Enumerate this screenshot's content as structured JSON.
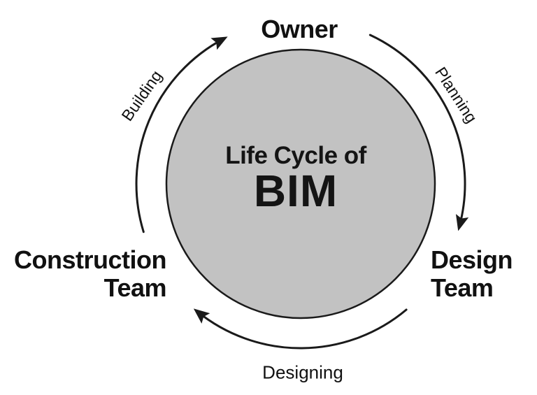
{
  "diagram": {
    "type": "cycle",
    "center": {
      "line1": "Life Cycle of",
      "line2": "BIM"
    },
    "nodes": [
      {
        "id": "owner",
        "label": "Owner",
        "position": "top"
      },
      {
        "id": "design-team",
        "line1": "Design",
        "line2": "Team",
        "position": "right"
      },
      {
        "id": "construction-team",
        "line1": "Construction",
        "line2": "Team",
        "position": "left"
      }
    ],
    "phases": [
      {
        "id": "planning",
        "label": "Planning",
        "from": "Owner",
        "to": "Design Team",
        "position": "top-right"
      },
      {
        "id": "designing",
        "label": "Designing",
        "from": "Design Team",
        "to": "Construction Team",
        "position": "bottom"
      },
      {
        "id": "building",
        "label": "Building",
        "from": "Construction Team",
        "to": "Owner",
        "position": "top-left"
      }
    ],
    "colors": {
      "circle_fill": "#c2c2c2",
      "line": "#1a1a1a",
      "text": "#111111",
      "background": "#ffffff"
    }
  }
}
